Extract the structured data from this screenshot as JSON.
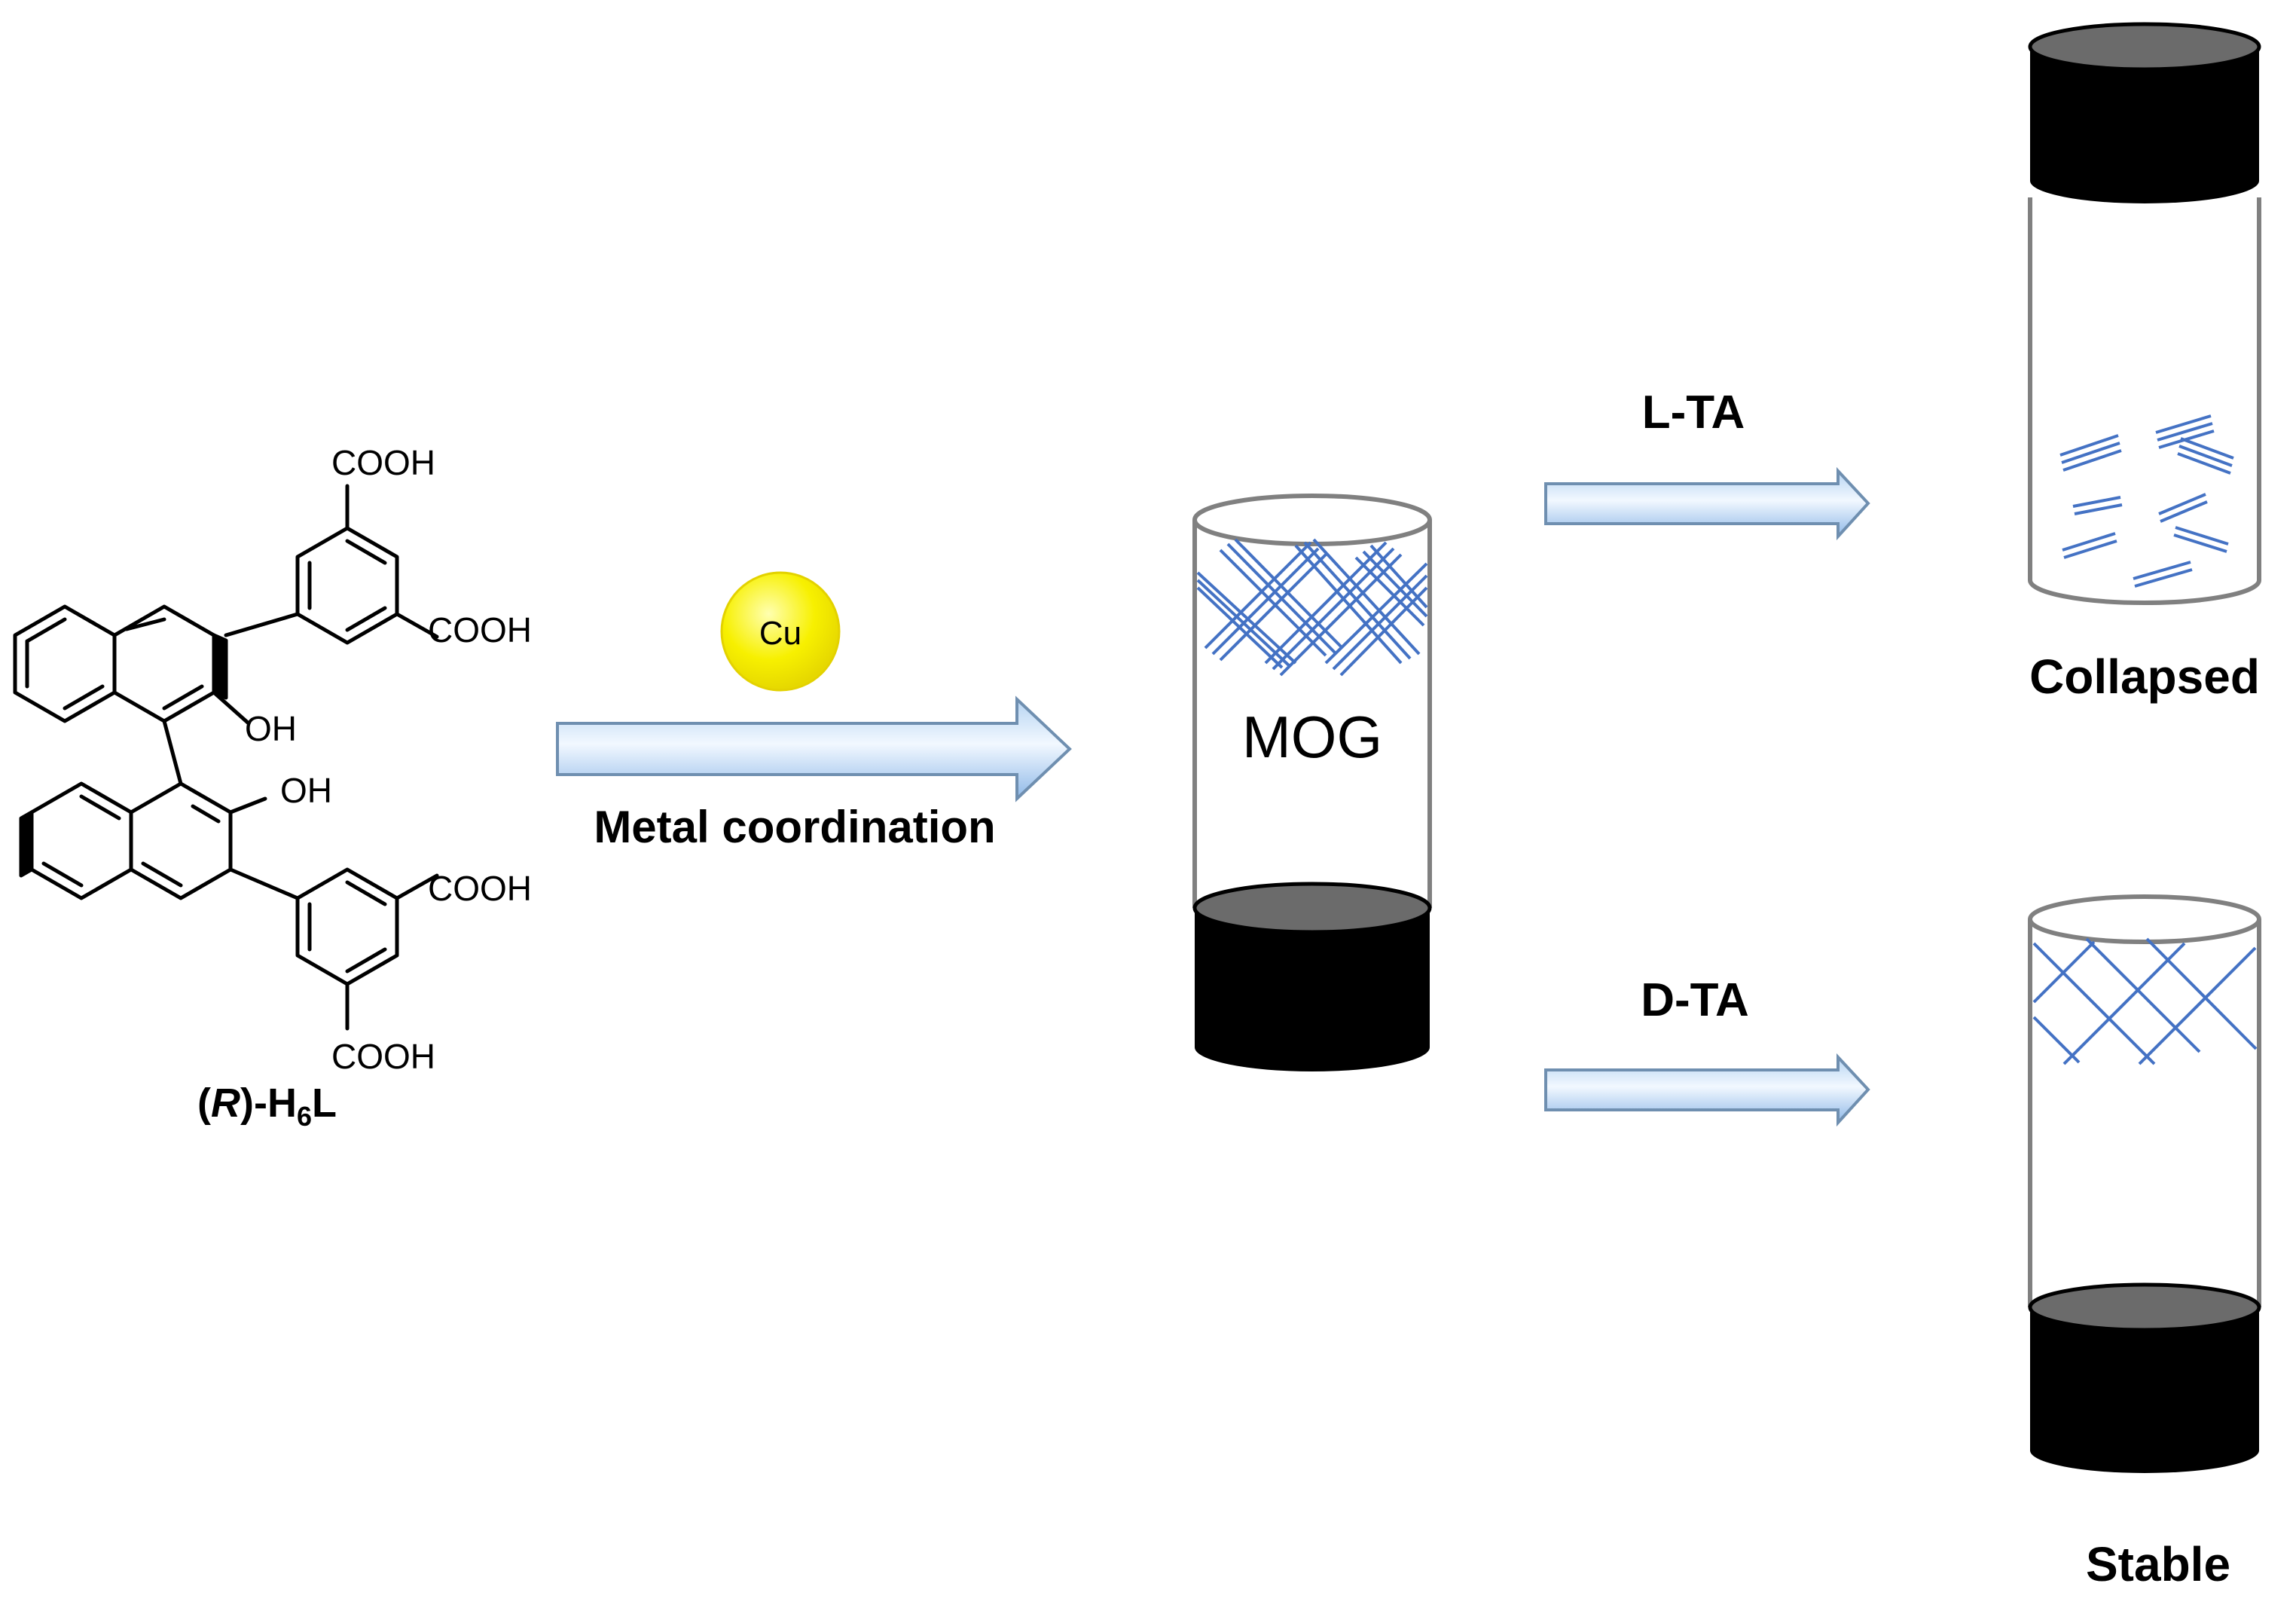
{
  "molecule": {
    "cooh_top": "COOH",
    "cooh_upper_right": "COOH",
    "oh_upper": "OH",
    "oh_lower": "OH",
    "cooh_lower_right": "COOH",
    "cooh_bottom": "COOH",
    "name_prefix": "(",
    "name_chiral": "R",
    "name_mid": ")-H",
    "name_sub": "6",
    "name_suffix": "L"
  },
  "metal": {
    "label": "Cu",
    "color": "#f7f000"
  },
  "step1": {
    "label": "Metal coordination"
  },
  "gel": {
    "label": "MOG"
  },
  "branches": [
    {
      "reagent": "L-TA",
      "result": "Collapsed"
    },
    {
      "reagent": "D-TA",
      "result": "Stable"
    }
  ],
  "colors": {
    "fiber": "#4472c4",
    "cap": "#000000",
    "cap_top": "#6b6b6b",
    "arrow_light": "#eaf4ff",
    "arrow_dark": "#9cc6f2",
    "arrow_edge": "#6f8fb0"
  }
}
